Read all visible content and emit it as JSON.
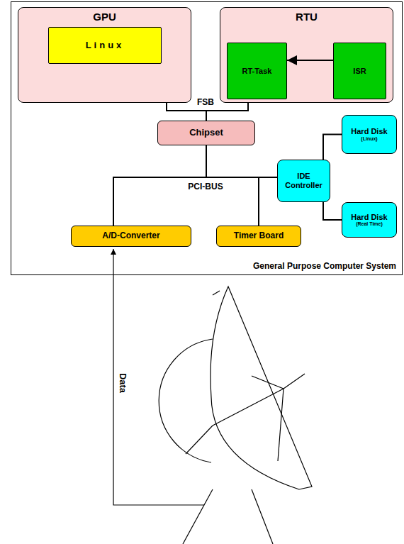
{
  "diagram": {
    "nodes": [
      {
        "text": [
          "General Purpose Computer System"
        ]
      },
      {
        "text": [
          "GPU"
        ],
        "in": 0
      },
      {
        "text": [
          "Linux"
        ],
        "in": 1
      },
      {
        "text": [
          "RTU"
        ],
        "in": 0
      },
      {
        "text": [
          "RT-Task"
        ],
        "in": 3
      },
      {
        "text": [
          "ISR"
        ],
        "in": 3
      },
      {
        "text": [
          "Chipset"
        ],
        "in": 0
      },
      {
        "text": [
          "Hard Disk",
          "(Linux)"
        ],
        "in": 0
      },
      {
        "text": [
          "IDE Controller"
        ],
        "in": 0
      },
      {
        "text": [
          "Hard Disk",
          "(Real Time)"
        ],
        "in": 0
      },
      {
        "text": [
          "A/D-Converter"
        ],
        "in": 0
      },
      {
        "text": [
          "Timer Board"
        ],
        "in": 0
      }
    ],
    "edges": [
      {
        "from": 5,
        "to": 4,
        "arrow": "to"
      },
      {
        "from": 1,
        "to": 6,
        "arrow": "none"
      },
      {
        "from": 3,
        "to": 6,
        "arrow": "none"
      },
      {
        "from": 6,
        "to": 10,
        "arrow": "none"
      },
      {
        "from": 6,
        "to": 11,
        "arrow": "none"
      },
      {
        "from": 6,
        "to": 8,
        "arrow": "none"
      },
      {
        "from": 8,
        "to": 7,
        "arrow": "none"
      },
      {
        "from": 8,
        "to": 9,
        "arrow": "none"
      }
    ],
    "labels": [
      "FSB",
      "PCI-BUS",
      "Data"
    ]
  }
}
